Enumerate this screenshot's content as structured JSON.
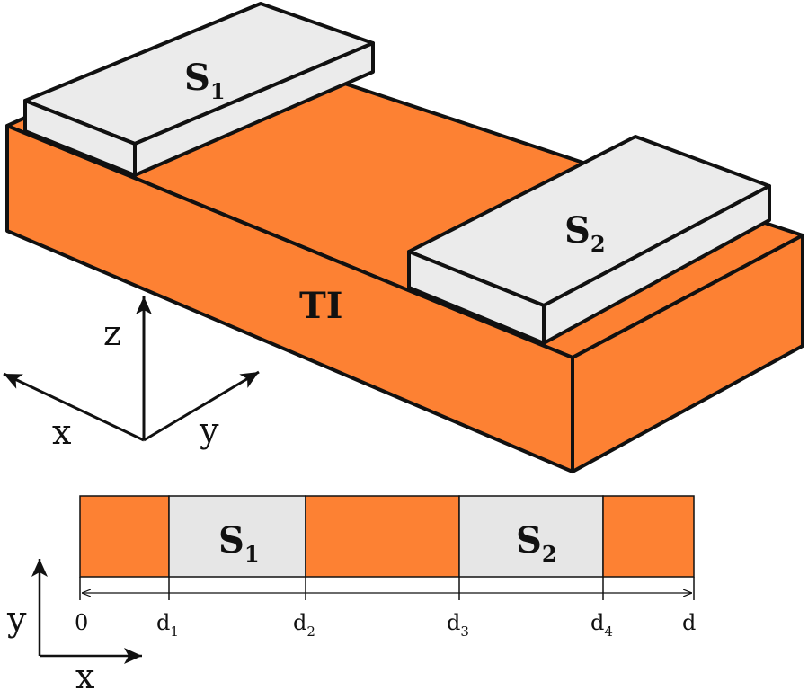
{
  "colors": {
    "ti": "#fd8133",
    "superconductor": "#ebebeb",
    "superconductor_strip": "#e6e6e6",
    "stroke": "#111111"
  },
  "perspective": {
    "ti_label": "TI",
    "s1": {
      "main": "S",
      "sub": "1"
    },
    "s2": {
      "main": "S",
      "sub": "2"
    },
    "axes": {
      "z": "z",
      "x": "x",
      "y": "y"
    }
  },
  "top_view": {
    "s1": {
      "main": "S",
      "sub": "1"
    },
    "s2": {
      "main": "S",
      "sub": "2"
    },
    "ticks": [
      {
        "main": "0",
        "sub": ""
      },
      {
        "main": "d",
        "sub": "1"
      },
      {
        "main": "d",
        "sub": "2"
      },
      {
        "main": "d",
        "sub": "3"
      },
      {
        "main": "d",
        "sub": "4"
      },
      {
        "main": "d",
        "sub": ""
      }
    ],
    "axes": {
      "y": "y",
      "x": "x"
    }
  }
}
